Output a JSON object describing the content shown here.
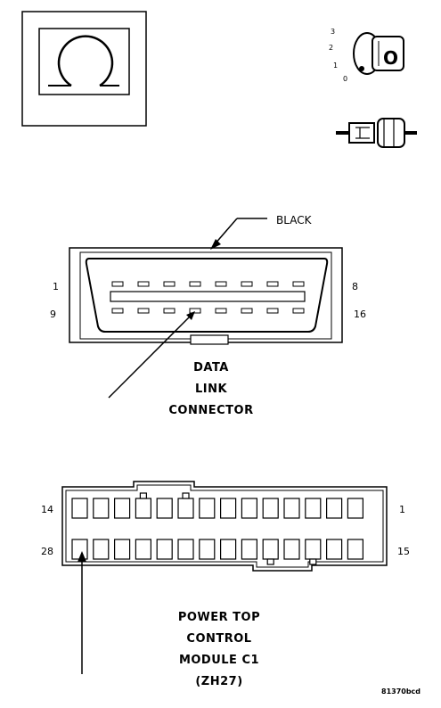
{
  "diagram": {
    "key_positions": [
      "3",
      "2",
      "1",
      "0"
    ],
    "key_letter": "O",
    "data_link": {
      "color_label": "BLACK",
      "pin_left_top": "1",
      "pin_left_bottom": "9",
      "pin_right_top": "8",
      "pin_right_bottom": "16",
      "caption": [
        "DATA",
        "LINK",
        "CONNECTOR"
      ]
    },
    "module": {
      "pin_left_top": "14",
      "pin_left_bottom": "28",
      "pin_right_top": "1",
      "pin_right_bottom": "15",
      "caption": [
        "POWER TOP",
        "CONTROL",
        "MODULE C1",
        "(ZH27)"
      ]
    },
    "figure_id": "81370bcd"
  }
}
